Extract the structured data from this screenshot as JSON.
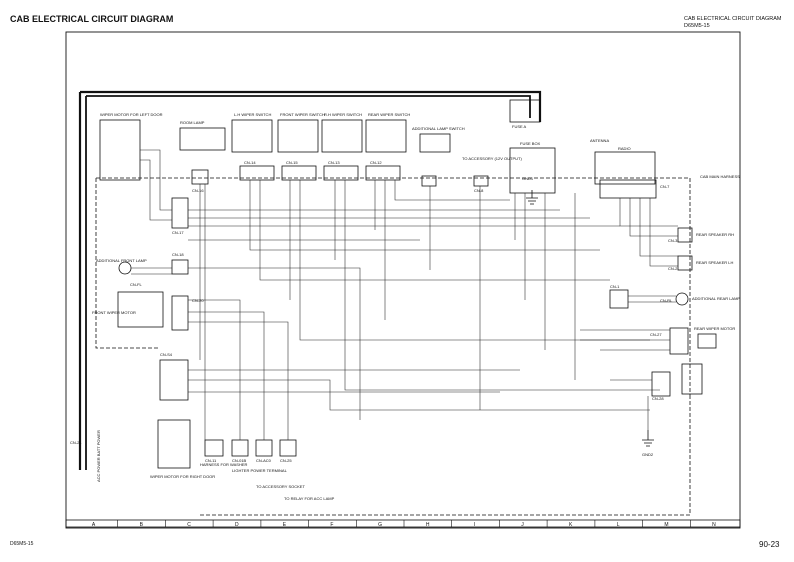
{
  "header": {
    "title": "CAB ELECTRICAL CIRCUIT DIAGRAM",
    "subtitle_line1": "CAB ELECTRICAL CIRCUIT DIAGRAM",
    "subtitle_line2": "D65M5-15"
  },
  "footer": {
    "code": "D65M5-15",
    "page": "90-23"
  },
  "zones": [
    "A",
    "B",
    "C",
    "D",
    "E",
    "F",
    "G",
    "H",
    "I",
    "J",
    "K",
    "L",
    "M",
    "N"
  ],
  "labels": {
    "room_lamp": "ROOM LAMP",
    "lh_wiper": "L.H WIPER SWITCH",
    "front_wiper": "FRONT WIPER SWITCH",
    "rh_wiper": "R.H WIPER SWITCH",
    "rear_wiper": "REAR WIPER SWITCH",
    "additional_lamp": "ADDITIONAL LAMP SWITCH",
    "fuse_box": "FUSE BOX",
    "fuse": "FUSE A",
    "antenna": "ANTENNA",
    "radio": "RADIO",
    "cab_main_harness": "CAB MAIN HARNESS",
    "rear_speaker_rh": "REAR SPEAKER RH",
    "rear_speaker_lh": "REAR SPEAKER LH",
    "additional_rear_lamp": "ADDITIONAL REAR LAMP",
    "rear_wiper_motor": "REAR WIPER MOTOR",
    "wiper_motor_left": "WIPER MOTOR FOR LEFT DOOR",
    "additional_front_lamp": "ADDITIONAL FRONT LAMP",
    "front_wiper_motor": "FRONT WIPER MOTOR",
    "wiper_motor_right": "WIPER MOTOR FOR RIGHT DOOR",
    "harness_washer": "HARNESS FOR WASHER",
    "lighter": "LIGHTER POWER TERMINAL",
    "to_accessory_top": "TO ACCESSORY (12V OUTPUT)",
    "to_accessory_bottom": "TO ACCESSORY SOCKET",
    "to_relay": "TO RELAY FOR ACC LAMP",
    "acc_power": "ACC POWER BATT POWER",
    "cn_16": "CN-16",
    "cn_14": "CN-14",
    "cn_15": "CN-15",
    "cn_13": "CN-13",
    "cn_12": "CN-12",
    "cn_8": "CN-8",
    "cn_7": "CN-7",
    "cn_17": "CN-17",
    "cn_18": "CN-18",
    "cn_fl": "CN-FL",
    "cn_20": "CN-20",
    "cn_s4": "CN-S4",
    "cn_3": "CN-3",
    "cn_2": "CN-2",
    "cn_1": "CN-1",
    "cn_rl": "CN-RL",
    "cn_27": "CN-27",
    "cn_28": "CN-28",
    "cn_11": "CN-11",
    "cn_01b": "CN-01B",
    "cn_ac0": "CN-AC0",
    "cn_25": "CN-25",
    "cn_21": "CN-21",
    "ground_1": "GND1",
    "ground_2": "GND2"
  }
}
